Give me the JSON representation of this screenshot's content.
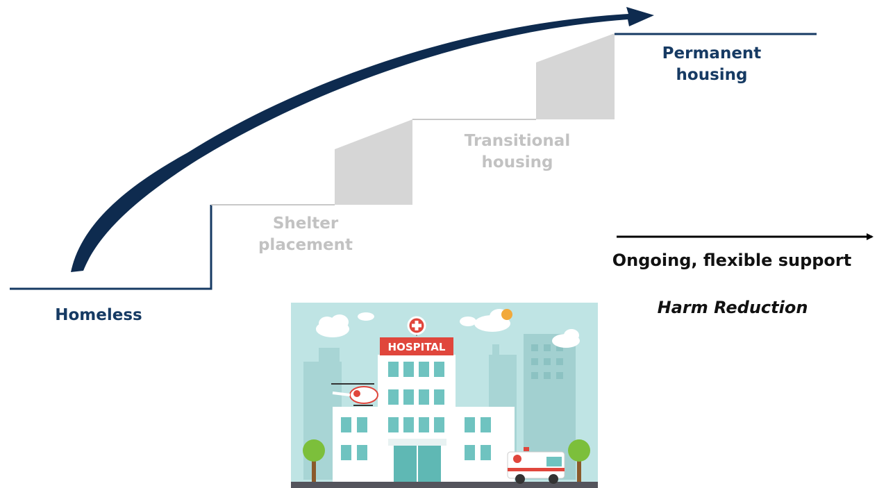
{
  "stages": [
    {
      "id": "homeless",
      "lines": [
        "Homeless"
      ],
      "tone": "dark"
    },
    {
      "id": "shelter",
      "lines": [
        "Shelter",
        "placement"
      ],
      "tone": "light"
    },
    {
      "id": "transitional",
      "lines": [
        "Transitional",
        "housing"
      ],
      "tone": "light"
    },
    {
      "id": "permanent",
      "lines": [
        "Permanent",
        "housing"
      ],
      "tone": "dark"
    }
  ],
  "support_arrow_label": "Ongoing, flexible support",
  "harm_reduction_label": "Harm Reduction",
  "illustration": {
    "sign_text": "HOSPITAL",
    "icon": "hospital-icon"
  },
  "colors": {
    "dark_navy": "#163a63",
    "light_gray_text": "#c2c2c2",
    "step_riser_gray": "#d6d6d6",
    "step_line_gray": "#c8c8c8",
    "sky": "#bfe4e4",
    "hospital_red": "#e0463c"
  }
}
